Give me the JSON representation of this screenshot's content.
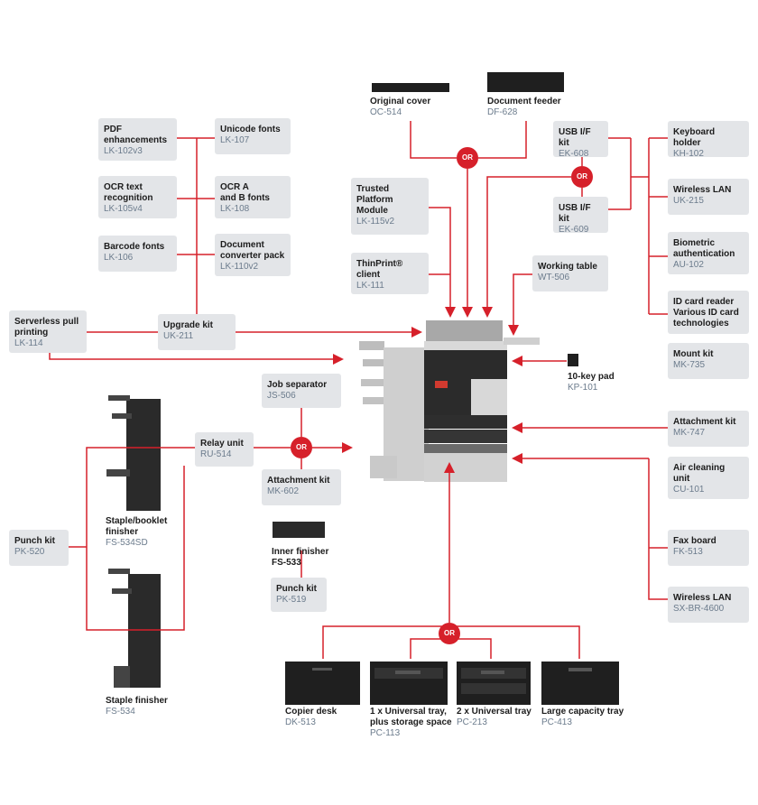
{
  "or_label": "OR",
  "options": {
    "pdf": {
      "name": "PDF\nenhancements",
      "code": "LK-102v3"
    },
    "unicode": {
      "name": "Unicode fonts",
      "code": "LK-107"
    },
    "ocr_text": {
      "name": "OCR text\nrecognition",
      "code": "LK-105v4"
    },
    "ocr_fonts": {
      "name": "OCR A\nand B fonts",
      "code": "LK-108"
    },
    "barcode": {
      "name": "Barcode fonts",
      "code": "LK-106"
    },
    "doc_conv": {
      "name": "Document\nconverter pack",
      "code": "LK-110v2"
    },
    "serverless": {
      "name": "Serverless pull\nprinting",
      "code": "LK-114"
    },
    "upgrade": {
      "name": "Upgrade kit",
      "code": "UK-211"
    },
    "trusted": {
      "name": "Trusted\nPlatform\nModule",
      "code": "LK-115v2"
    },
    "thinprint": {
      "name": "ThinPrint®\nclient",
      "code": "LK-111"
    },
    "orig_cover": {
      "name": "Original cover",
      "code": "OC-514"
    },
    "doc_feeder": {
      "name": "Document feeder",
      "code": "DF-628"
    },
    "usb608": {
      "name": "USB I/F kit",
      "code": "EK-608"
    },
    "usb609": {
      "name": "USB I/F kit",
      "code": "EK-609"
    },
    "working_table": {
      "name": "Working table",
      "code": "WT-506"
    },
    "keyboard": {
      "name": "Keyboard holder",
      "code": "KH-102"
    },
    "wlan_uk": {
      "name": "Wireless LAN",
      "code": "UK-215"
    },
    "biometric": {
      "name": "Biometric\nauthentication",
      "code": "AU-102"
    },
    "idcard": {
      "name": "ID card reader\nVarious ID card\ntechnologies",
      "code": ""
    },
    "mount": {
      "name": "Mount kit",
      "code": "MK-735"
    },
    "keypad": {
      "name": "10-key pad",
      "code": "KP-101"
    },
    "attach747": {
      "name": "Attachment kit",
      "code": "MK-747"
    },
    "aircleaning": {
      "name": "Air cleaning\nunit",
      "code": "CU-101"
    },
    "fax": {
      "name": "Fax board",
      "code": "FK-513"
    },
    "wlan_sx": {
      "name": "Wireless LAN",
      "code": "SX-BR-4600"
    },
    "job_sep": {
      "name": "Job separator",
      "code": "JS-506"
    },
    "relay": {
      "name": "Relay unit",
      "code": "RU-514"
    },
    "attach602": {
      "name": "Attachment kit",
      "code": "MK-602"
    },
    "inner_fin": {
      "name": "Inner finisher",
      "code": "FS-533"
    },
    "punch519": {
      "name": "Punch kit",
      "code": "PK-519"
    },
    "punch520": {
      "name": "Punch kit",
      "code": "PK-520"
    },
    "staple_booklet": {
      "name": "Staple/booklet\nfinisher",
      "code": "FS-534SD"
    },
    "staple_fin": {
      "name": "Staple finisher",
      "code": "FS-534"
    },
    "copier_desk": {
      "name": "Copier desk",
      "code": "DK-513"
    },
    "univ1": {
      "name": "1 x Universal tray,\nplus storage space",
      "code": "PC-113"
    },
    "univ2": {
      "name": "2 x Universal tray",
      "code": "PC-213"
    },
    "lct": {
      "name": "Large capacity tray",
      "code": "PC-413"
    }
  },
  "colors": {
    "connector": "#d6202a",
    "box": "#e3e5e8",
    "code_text": "#6b7b8c",
    "machine": "#c8c8c8",
    "finisher": "#2a2a2a"
  }
}
